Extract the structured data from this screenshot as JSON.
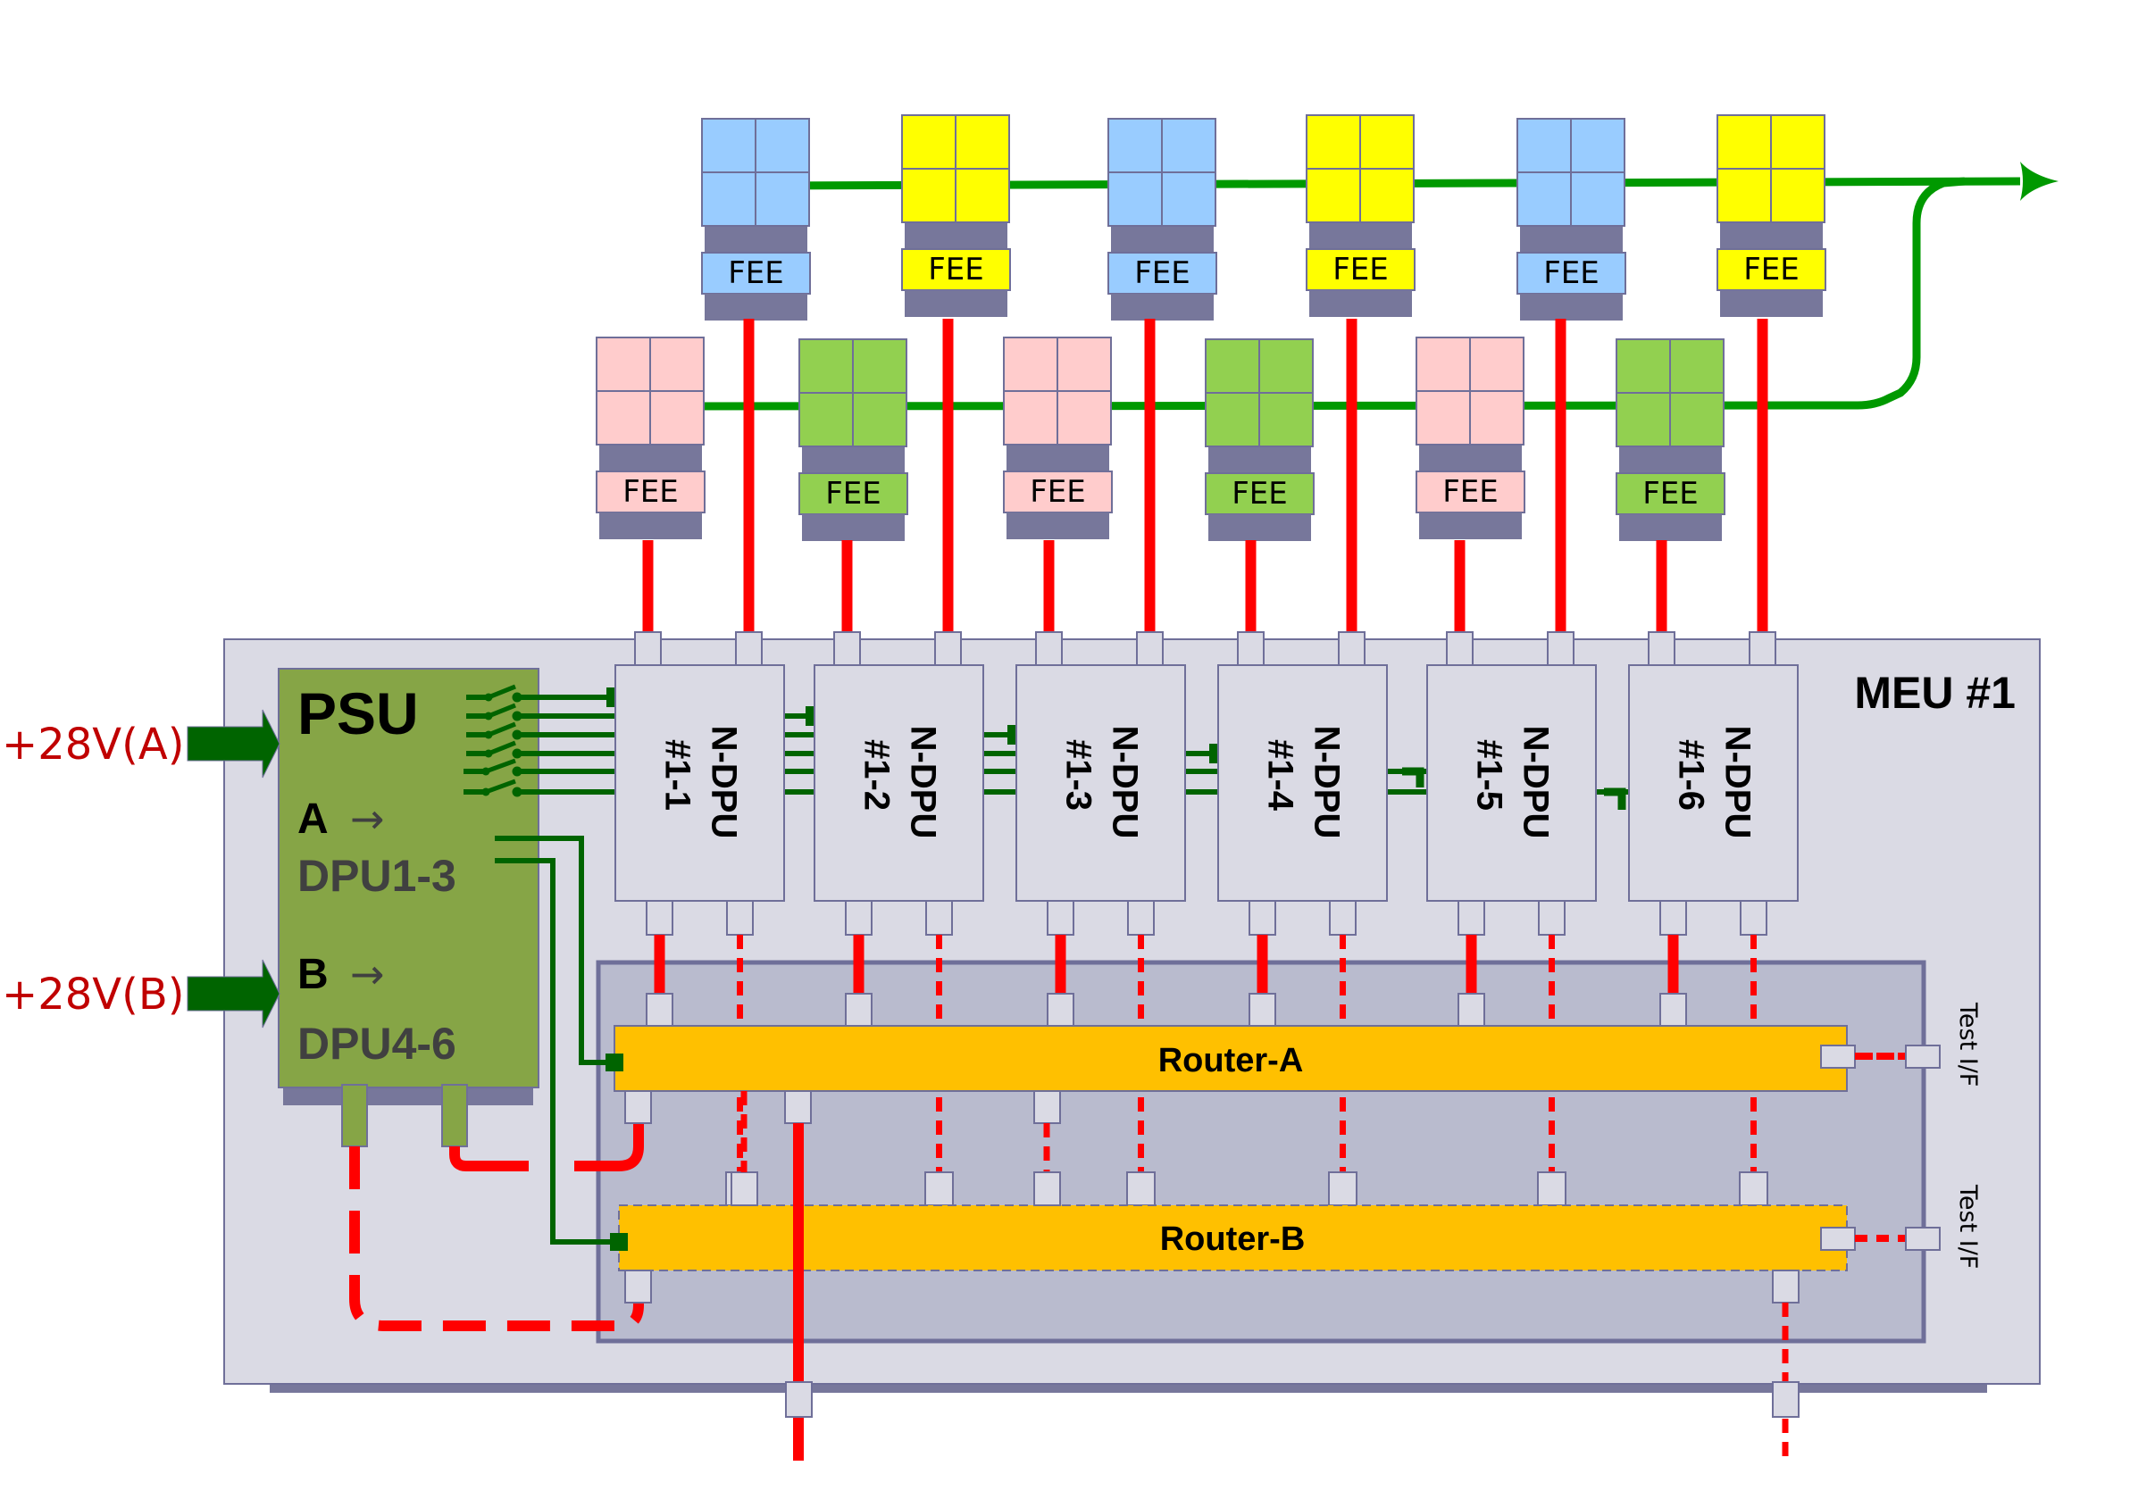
{
  "title": "MEU #1",
  "inputs": [
    {
      "label": "+28V(A)"
    },
    {
      "label": "+28V(B)"
    }
  ],
  "psu": {
    "title": "PSU",
    "line_a_letter": "A",
    "line_a_target": "DPU1-3",
    "line_b_letter": "B",
    "line_b_target": "DPU4-6",
    "arrow_glyph": "→",
    "switch_count": 6
  },
  "dpus": [
    {
      "name": "N-DPU",
      "id": "#1-1"
    },
    {
      "name": "N-DPU",
      "id": "#1-2"
    },
    {
      "name": "N-DPU",
      "id": "#1-3"
    },
    {
      "name": "N-DPU",
      "id": "#1-4"
    },
    {
      "name": "N-DPU",
      "id": "#1-5"
    },
    {
      "name": "N-DPU",
      "id": "#1-6"
    }
  ],
  "fee_upper": [
    {
      "label": "FEE",
      "color": "#99ccff"
    },
    {
      "label": "FEE",
      "color": "#ffff00"
    },
    {
      "label": "FEE",
      "color": "#99ccff"
    },
    {
      "label": "FEE",
      "color": "#ffff00"
    },
    {
      "label": "FEE",
      "color": "#99ccff"
    },
    {
      "label": "FEE",
      "color": "#ffff00"
    }
  ],
  "fee_lower": [
    {
      "label": "FEE",
      "color": "#ffcccc"
    },
    {
      "label": "FEE",
      "color": "#92d050"
    },
    {
      "label": "FEE",
      "color": "#ffcccc"
    },
    {
      "label": "FEE",
      "color": "#92d050"
    },
    {
      "label": "FEE",
      "color": "#ffcccc"
    },
    {
      "label": "FEE",
      "color": "#92d050"
    }
  ],
  "routers": [
    {
      "label": "Router-A",
      "style": "solid"
    },
    {
      "label": "Router-B",
      "style": "dashed"
    }
  ],
  "test_if": [
    "Test I/F",
    "Test I/F"
  ],
  "colors": {
    "signal_red": "#ff0000",
    "power_green": "#006400",
    "sync_green": "#009900",
    "psu_green": "#86a546",
    "router_orange": "#ffc000",
    "panel": "#dadae4",
    "router_panel": "#b9bbce",
    "shadow": "#77779b",
    "input_label": "#c00000"
  }
}
